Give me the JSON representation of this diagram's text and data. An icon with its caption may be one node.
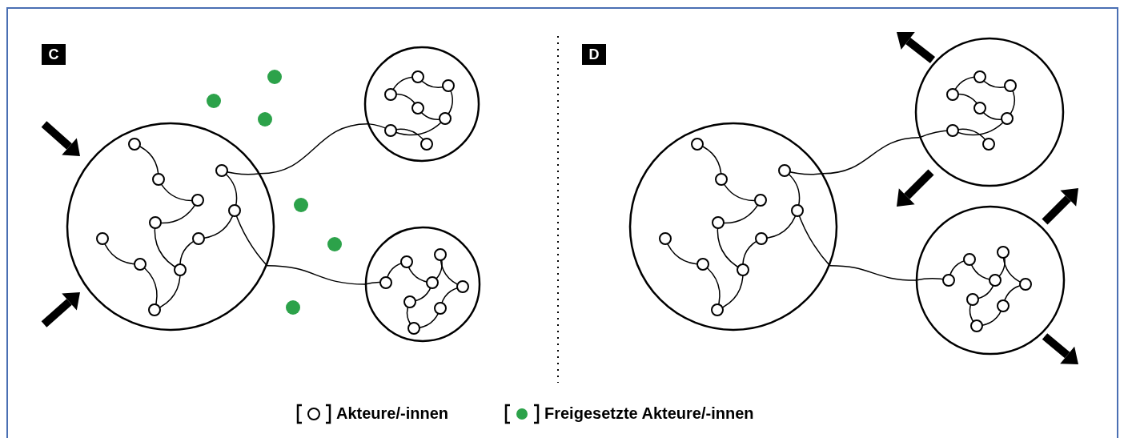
{
  "diagram": {
    "nodes": [
      {
        "text": [],
        "shape": "circle"
      },
      {
        "text": [],
        "shape": "circle"
      },
      {
        "text": [],
        "shape": "circle"
      },
      {
        "text": [],
        "shape": "circle"
      },
      {
        "text": [],
        "shape": "circle"
      },
      {
        "text": [],
        "shape": "circle"
      }
    ],
    "edges": [
      {
        "from": 0,
        "to": 1,
        "arrow": "none"
      },
      {
        "from": 0,
        "to": 2,
        "arrow": "none"
      },
      {
        "from": 3,
        "to": 4,
        "arrow": "none"
      },
      {
        "from": 3,
        "to": 5,
        "arrow": "none"
      }
    ],
    "labels": [
      "C",
      "D"
    ],
    "legend": [
      {
        "text": "Akteure/-innen"
      },
      {
        "text": "Freigesetzte Akteure/-innen",
        "color": "#2ca24a"
      }
    ]
  }
}
